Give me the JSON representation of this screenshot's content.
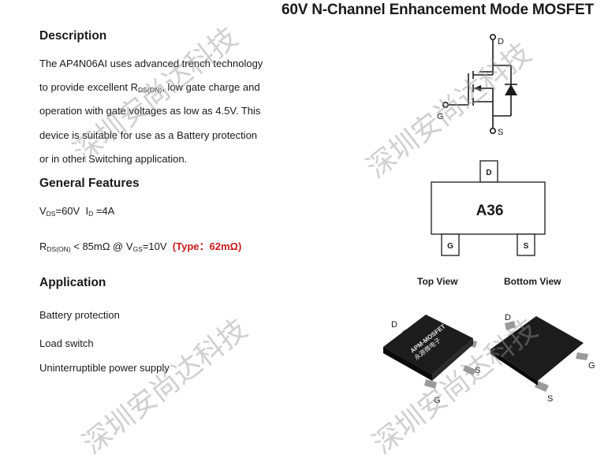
{
  "title": "60V N-Channel Enhancement Mode MOSFET",
  "description": {
    "heading": "Description",
    "lines": [
      {
        "pre": "The AP4N06AI uses advanced trench technology"
      },
      {
        "pre": "to provide excellent R",
        "sub": "DS(ON)",
        "post": ", low gate charge and"
      },
      {
        "pre": "operation with gate voltages as low as 4.5V. This"
      },
      {
        "pre": "device is suitable for use as a Battery protection"
      },
      {
        "pre": "or in other Switching application."
      }
    ]
  },
  "features": {
    "heading": "General Features",
    "vds_line": {
      "v": "V",
      "v_sub": "DS",
      "v_val": "=60V",
      "i": "I",
      "i_sub": "D",
      "i_val": " =4A"
    },
    "rds_line": {
      "r": "R",
      "r_sub": "DS(ON)",
      "mid": " < 85mΩ @ V",
      "v_sub": "GS",
      "post": "=10V",
      "typ": "(Type：62mΩ)"
    }
  },
  "application": {
    "heading": "Application",
    "items": [
      "Battery protection",
      "Load switch",
      "Uninterruptible power supply"
    ]
  },
  "symbol": {
    "drain": "D",
    "gate": "G",
    "source": "S"
  },
  "package": {
    "marking": "A36",
    "pin_d": "D",
    "pin_g": "G",
    "pin_s": "S"
  },
  "views": {
    "top_label": "Top View",
    "bottom_label": "Bottom View",
    "chip_line1": "APM-MOSFET",
    "chip_line2": "永源微电子",
    "top_pins": {
      "d": "D",
      "g": "G",
      "s": "S"
    },
    "bottom_pins": {
      "d": "D",
      "g": "G",
      "s": "S"
    }
  },
  "watermark": "深圳安尚达科技",
  "colors": {
    "text": "#1a1a1a",
    "typ_red": "#cc1a1a",
    "chip": "#141414",
    "watermark": "#969696"
  }
}
